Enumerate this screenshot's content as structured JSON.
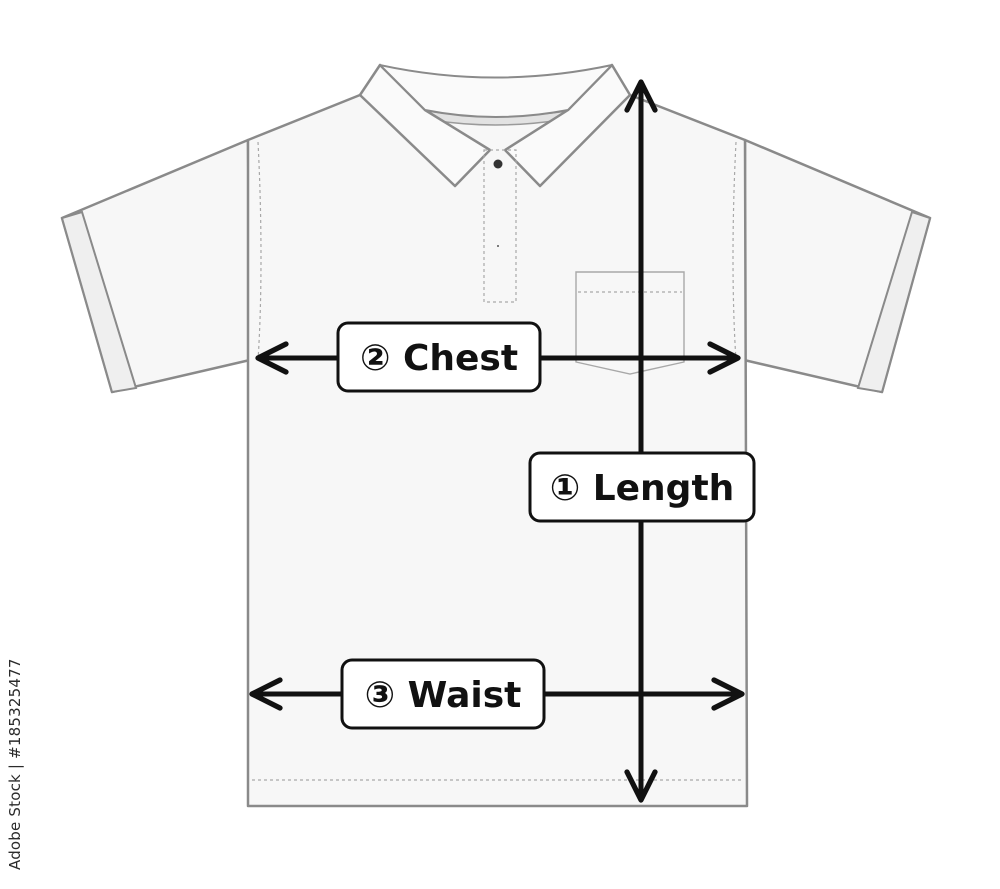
{
  "measurements": {
    "length": "① Length",
    "chest": "② Chest",
    "waist": "③ Waist"
  },
  "stock_id": "Adobe Stock | #185325477",
  "colors": {
    "shirt_fill": "#f7f7f7",
    "shirt_outline": "#8a8a8a",
    "stitch": "#a8a8a8",
    "arrow": "#111111",
    "label_bg": "#ffffff",
    "label_border": "#111111"
  }
}
